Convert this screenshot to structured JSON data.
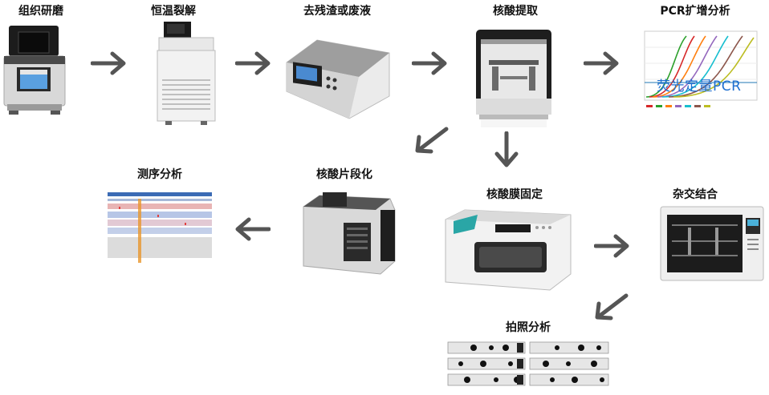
{
  "steps": {
    "grinding": "组织研磨",
    "thermostat": "恒温裂解",
    "waste_removal": "去残渣或废液",
    "extraction": "核酸提取",
    "pcr_analysis": "PCR扩增分析",
    "sequencing": "测序分析",
    "fragmentation": "核酸片段化",
    "membrane_fixation": "核酸膜固定",
    "hybridization": "杂交结合",
    "imaging": "拍照分析"
  },
  "pcr_chart_overlay": "荧光定量PCR",
  "colors": {
    "arrow": "#555555",
    "label": "#111111",
    "pcr_overlay": "#1e6fd0"
  }
}
